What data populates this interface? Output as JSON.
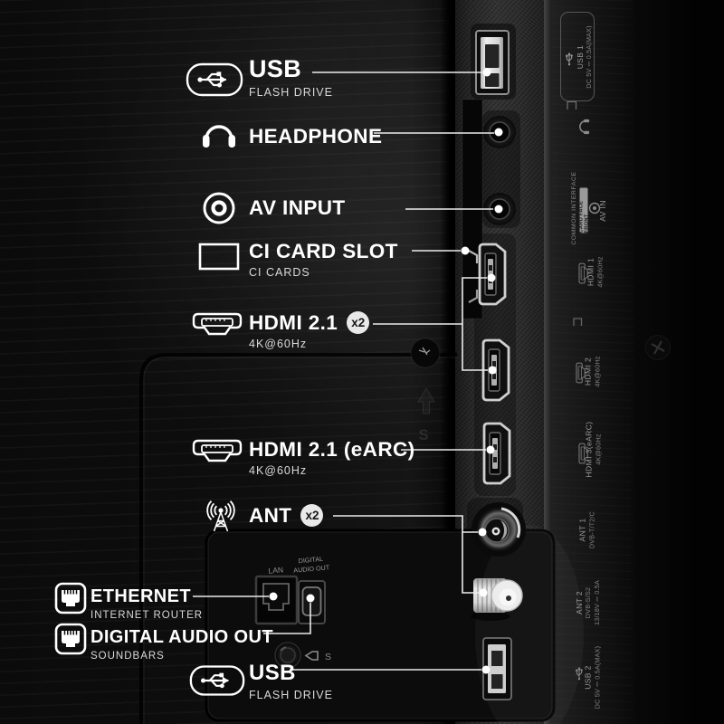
{
  "annotations": [
    {
      "title": "USB",
      "subtitle": "FLASH DRIVE"
    },
    {
      "title": "HEADPHONE"
    },
    {
      "title": "AV INPUT"
    },
    {
      "title": "CI CARD SLOT",
      "subtitle": "CI CARDS"
    },
    {
      "title": "HDMI 2.1",
      "badge": "x2",
      "subtitle": "4K@60Hz"
    },
    {
      "title": "HDMI 2.1 (eARC)",
      "subtitle": "4K@60Hz"
    },
    {
      "title": "ANT",
      "badge": "x2"
    },
    {
      "title": "ETHERNET",
      "subtitle": "INTERNET ROUTER"
    },
    {
      "title": "DIGITAL AUDIO OUT",
      "subtitle": "SOUNDBARS"
    },
    {
      "title": "USB",
      "subtitle": "FLASH DRIVE"
    }
  ],
  "side_strip": {
    "labels": [
      {
        "name": "USB 1",
        "spec": "DC 5V ⎓ 0.5A(MAX)"
      },
      {
        "name": "COMMON INTERFACE",
        "tag": "CARD FACE FRONT"
      },
      {
        "name": "AV IN"
      },
      {
        "name": "HDMI 1",
        "spec": "4K@60Hz"
      },
      {
        "name": "HDMI 2",
        "spec": "4K@60Hz"
      },
      {
        "name": "HDMI 3(eARC)",
        "spec": "4K@60Hz"
      },
      {
        "name": "ANT 1",
        "spec": "DVB-T/T2/C"
      },
      {
        "name": "ANT 2",
        "spec": "DVB-S/S2",
        "spec2": "13/18V ⎓ 0.5A"
      },
      {
        "name": "USB 2",
        "spec": "DC 5V ⎓ 0.5A(MAX)"
      }
    ]
  },
  "recessed_panel": {
    "lan_label": "LAN",
    "optical_label_line1": "DIGITAL",
    "optical_label_line2": "AUDIO OUT",
    "switch_label": "S"
  },
  "back_panel": {
    "embossed_letter": "S"
  },
  "colors": {
    "background": "#000000",
    "label_text": "#ffffff",
    "sub_text": "#d9d9d9",
    "leader_line": "#ececec",
    "side_text": "#8d8d8d",
    "badge_fill": "#e9e9e9",
    "badge_text": "#161616"
  }
}
